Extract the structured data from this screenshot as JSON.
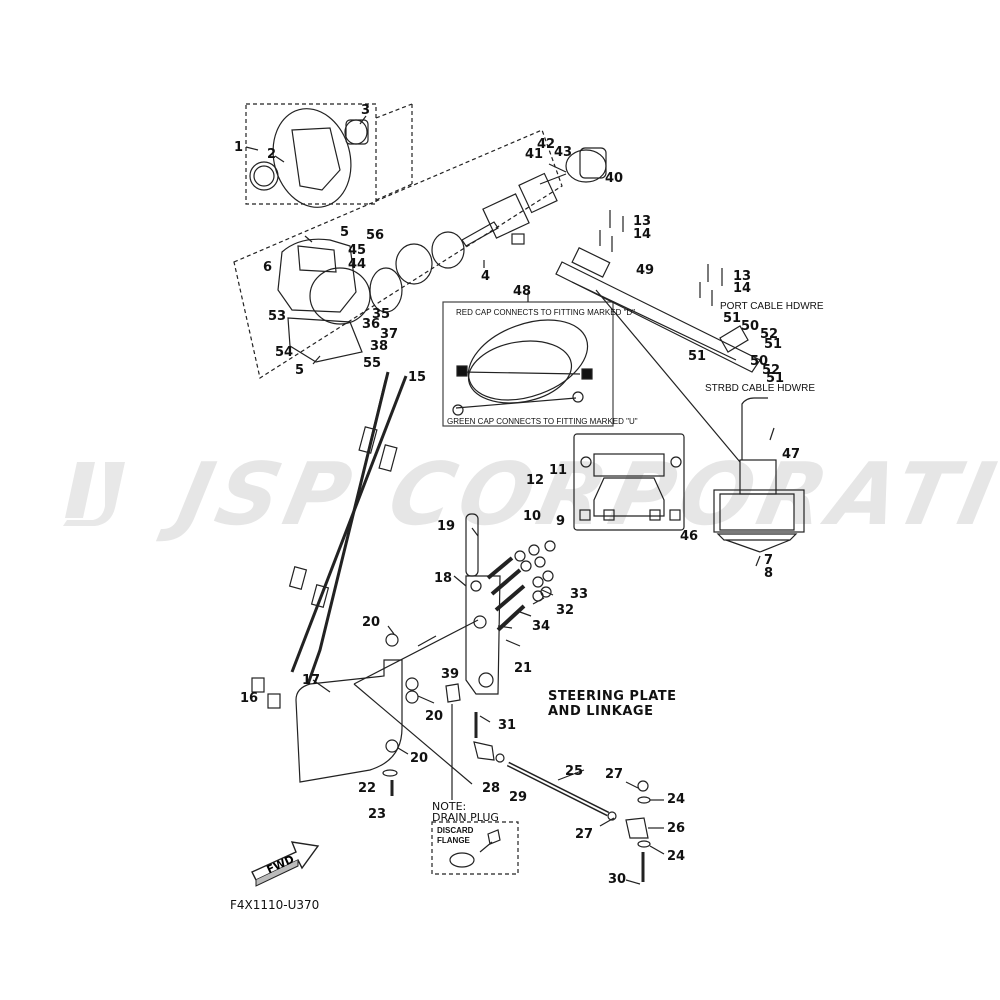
{
  "diagram": {
    "title": "STEERING PLATE AND LINKAGE",
    "title_lines": [
      "STEERING PLATE",
      "AND LINKAGE"
    ],
    "part_code": "F4X1110-U370",
    "watermark": "JSP CORPORATION",
    "fwd_label": "FWD",
    "notes": {
      "hose_red": "RED CAP CONNECTS TO FITTING MARKED \"D\"",
      "hose_green": "GREEN CAP CONNECTS TO FITTING MARKED \"U\"",
      "port_cable": "PORT CABLE HDWRE",
      "strbd_cable": "STRBD CABLE HDWRE",
      "drain_note_1": "NOTE:",
      "drain_note_2": "DRAIN PLUG",
      "discard": "DISCARD",
      "flange": "FLANGE"
    },
    "callouts": [
      {
        "id": "c1",
        "label": "1"
      },
      {
        "id": "c2",
        "label": "2"
      },
      {
        "id": "c3",
        "label": "3"
      },
      {
        "id": "c4",
        "label": "4"
      },
      {
        "id": "c5a",
        "label": "5"
      },
      {
        "id": "c5b",
        "label": "5"
      },
      {
        "id": "c6",
        "label": "6"
      },
      {
        "id": "c7",
        "label": "7"
      },
      {
        "id": "c8",
        "label": "8"
      },
      {
        "id": "c9",
        "label": "9"
      },
      {
        "id": "c10",
        "label": "10"
      },
      {
        "id": "c11",
        "label": "11"
      },
      {
        "id": "c12",
        "label": "12"
      },
      {
        "id": "c13a",
        "label": "13"
      },
      {
        "id": "c13b",
        "label": "13"
      },
      {
        "id": "c14a",
        "label": "14"
      },
      {
        "id": "c14b",
        "label": "14"
      },
      {
        "id": "c15",
        "label": "15"
      },
      {
        "id": "c16",
        "label": "16"
      },
      {
        "id": "c17",
        "label": "17"
      },
      {
        "id": "c18",
        "label": "18"
      },
      {
        "id": "c19",
        "label": "19"
      },
      {
        "id": "c20a",
        "label": "20"
      },
      {
        "id": "c20b",
        "label": "20"
      },
      {
        "id": "c20c",
        "label": "20"
      },
      {
        "id": "c21",
        "label": "21"
      },
      {
        "id": "c22",
        "label": "22"
      },
      {
        "id": "c23",
        "label": "23"
      },
      {
        "id": "c24a",
        "label": "24"
      },
      {
        "id": "c24b",
        "label": "24"
      },
      {
        "id": "c25",
        "label": "25"
      },
      {
        "id": "c26",
        "label": "26"
      },
      {
        "id": "c27a",
        "label": "27"
      },
      {
        "id": "c27b",
        "label": "27"
      },
      {
        "id": "c28",
        "label": "28"
      },
      {
        "id": "c29",
        "label": "29"
      },
      {
        "id": "c30",
        "label": "30"
      },
      {
        "id": "c31",
        "label": "31"
      },
      {
        "id": "c32",
        "label": "32"
      },
      {
        "id": "c33",
        "label": "33"
      },
      {
        "id": "c34",
        "label": "34"
      },
      {
        "id": "c35",
        "label": "35"
      },
      {
        "id": "c36",
        "label": "36"
      },
      {
        "id": "c37",
        "label": "37"
      },
      {
        "id": "c38",
        "label": "38"
      },
      {
        "id": "c39",
        "label": "39"
      },
      {
        "id": "c40",
        "label": "40"
      },
      {
        "id": "c41",
        "label": "41"
      },
      {
        "id": "c42",
        "label": "42"
      },
      {
        "id": "c43",
        "label": "43"
      },
      {
        "id": "c44",
        "label": "44"
      },
      {
        "id": "c45",
        "label": "45"
      },
      {
        "id": "c46",
        "label": "46"
      },
      {
        "id": "c47",
        "label": "47"
      },
      {
        "id": "c48",
        "label": "48"
      },
      {
        "id": "c49",
        "label": "49"
      },
      {
        "id": "c50a",
        "label": "50"
      },
      {
        "id": "c50b",
        "label": "50"
      },
      {
        "id": "c51a",
        "label": "51"
      },
      {
        "id": "c51b",
        "label": "51"
      },
      {
        "id": "c51c",
        "label": "51"
      },
      {
        "id": "c51d",
        "label": "51"
      },
      {
        "id": "c52a",
        "label": "52"
      },
      {
        "id": "c52b",
        "label": "52"
      },
      {
        "id": "c53",
        "label": "53"
      },
      {
        "id": "c54",
        "label": "54"
      },
      {
        "id": "c55",
        "label": "55"
      },
      {
        "id": "c56",
        "label": "56"
      }
    ]
  }
}
